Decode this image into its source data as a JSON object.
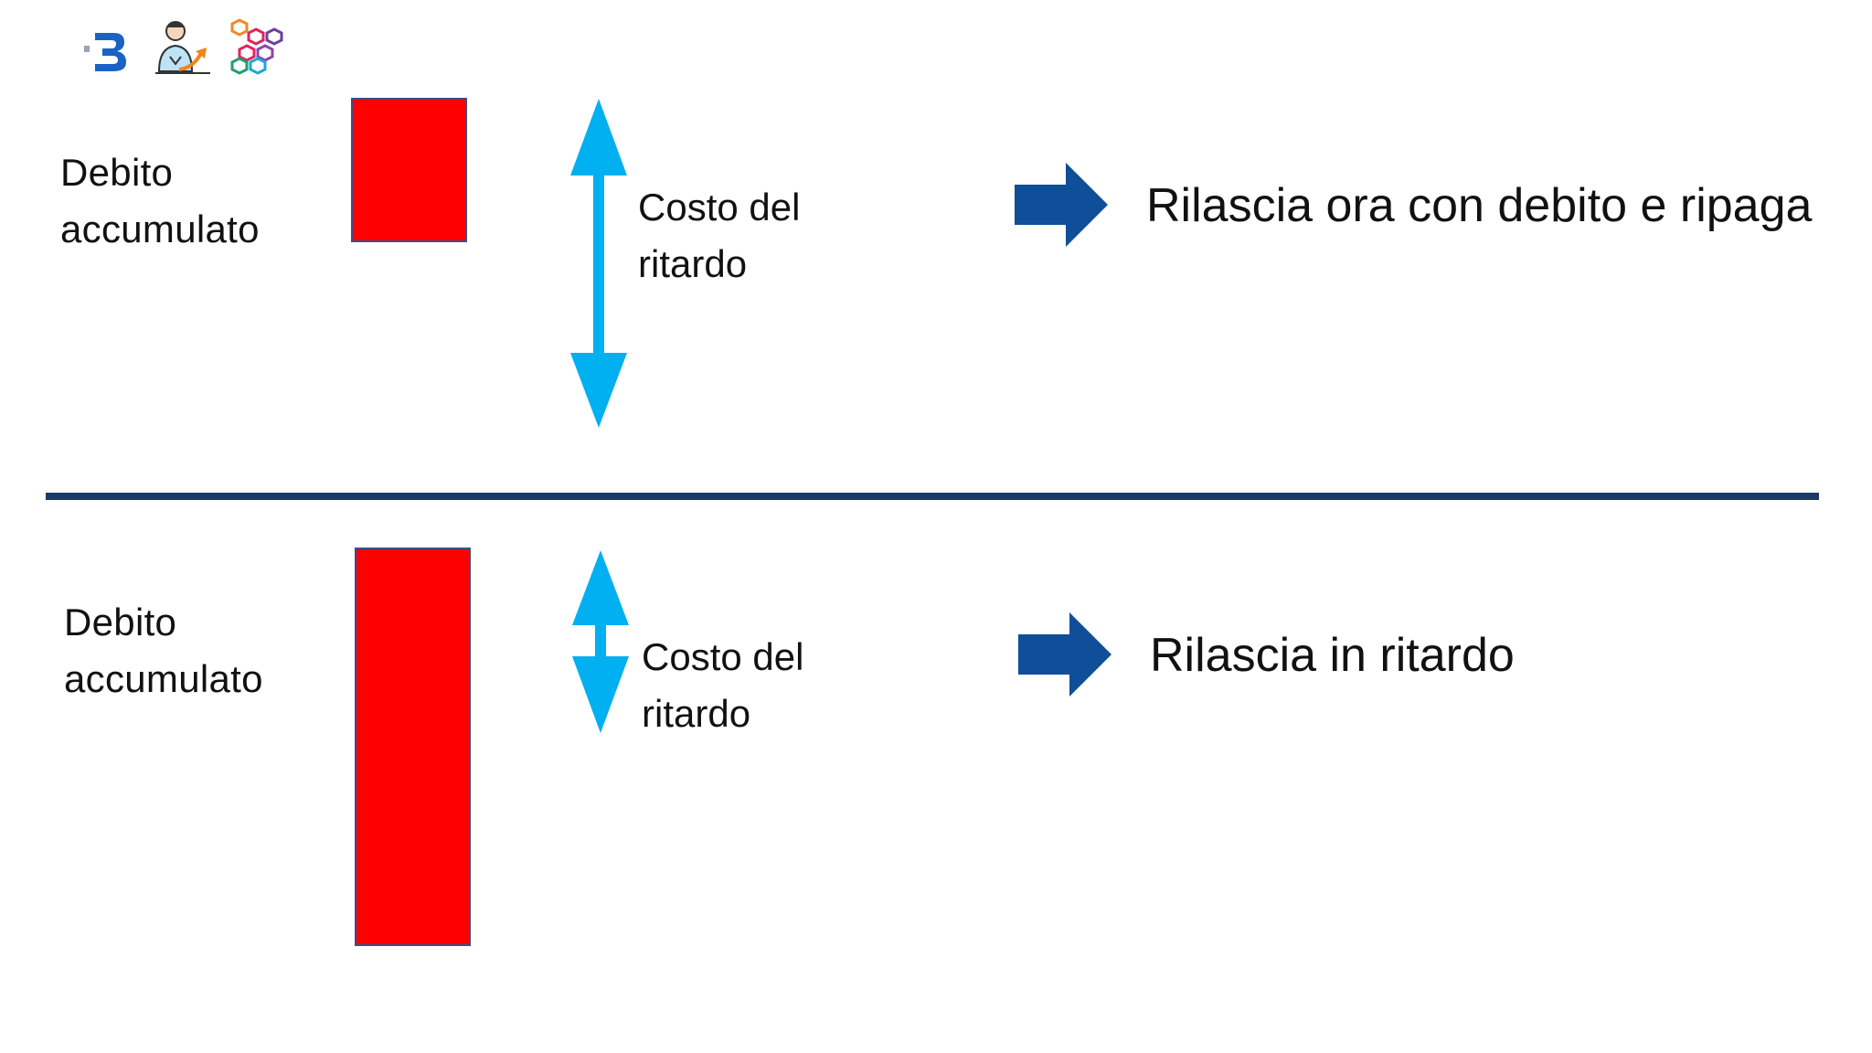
{
  "logos": {
    "logo_1": "b-logo-icon",
    "logo_2": "person-growth-icon",
    "logo_3": "hexagon-cluster-icon"
  },
  "top_section": {
    "debt_label_line1": "Debito",
    "debt_label_line2": "accumulato",
    "delay_label_line1": "Costo del",
    "delay_label_line2": "ritardo",
    "result_label": "Rilascia ora con debito e ripaga"
  },
  "bottom_section": {
    "debt_label_line1": "Debito",
    "debt_label_line2": "accumulato",
    "delay_label_line1": "Costo del",
    "delay_label_line2": "ritardo",
    "result_label": "Rilascia in ritardo"
  },
  "colors": {
    "debt_bar": "#ff0000",
    "double_arrow": "#00b0f0",
    "right_arrow": "#0f4e99",
    "divider": "#1e3a66"
  }
}
